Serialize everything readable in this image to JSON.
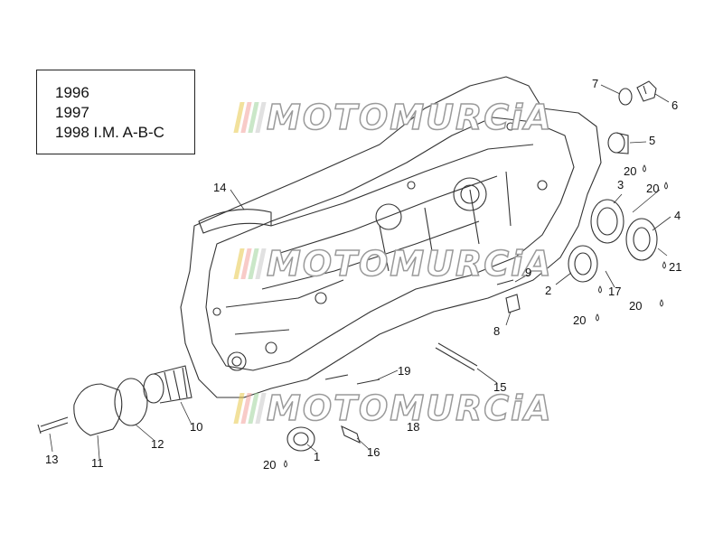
{
  "legend": {
    "lines": [
      "1996",
      "1997",
      "1998 I.M. A-B-C"
    ]
  },
  "watermark": {
    "text": "MOTOMURCiA",
    "bar_colors": [
      "#e8c84a",
      "#f2a09a",
      "#9fd39a",
      "#c9c9c9"
    ]
  },
  "callouts": {
    "p1": "1",
    "p2": "2",
    "p3": "3",
    "p4": "4",
    "p5": "5",
    "p6": "6",
    "p7": "7",
    "p8": "8",
    "p9": "9",
    "p10": "10",
    "p11": "11",
    "p12": "12",
    "p13": "13",
    "p14": "14",
    "p15": "15",
    "p16": "16",
    "p17": "17",
    "p18": "18",
    "p19": "19",
    "p20a": "20",
    "p20b": "20",
    "p20c": "20",
    "p20d": "20",
    "p20e": "20",
    "p21": "21"
  },
  "colors": {
    "line": "#333333",
    "text": "#111111"
  }
}
